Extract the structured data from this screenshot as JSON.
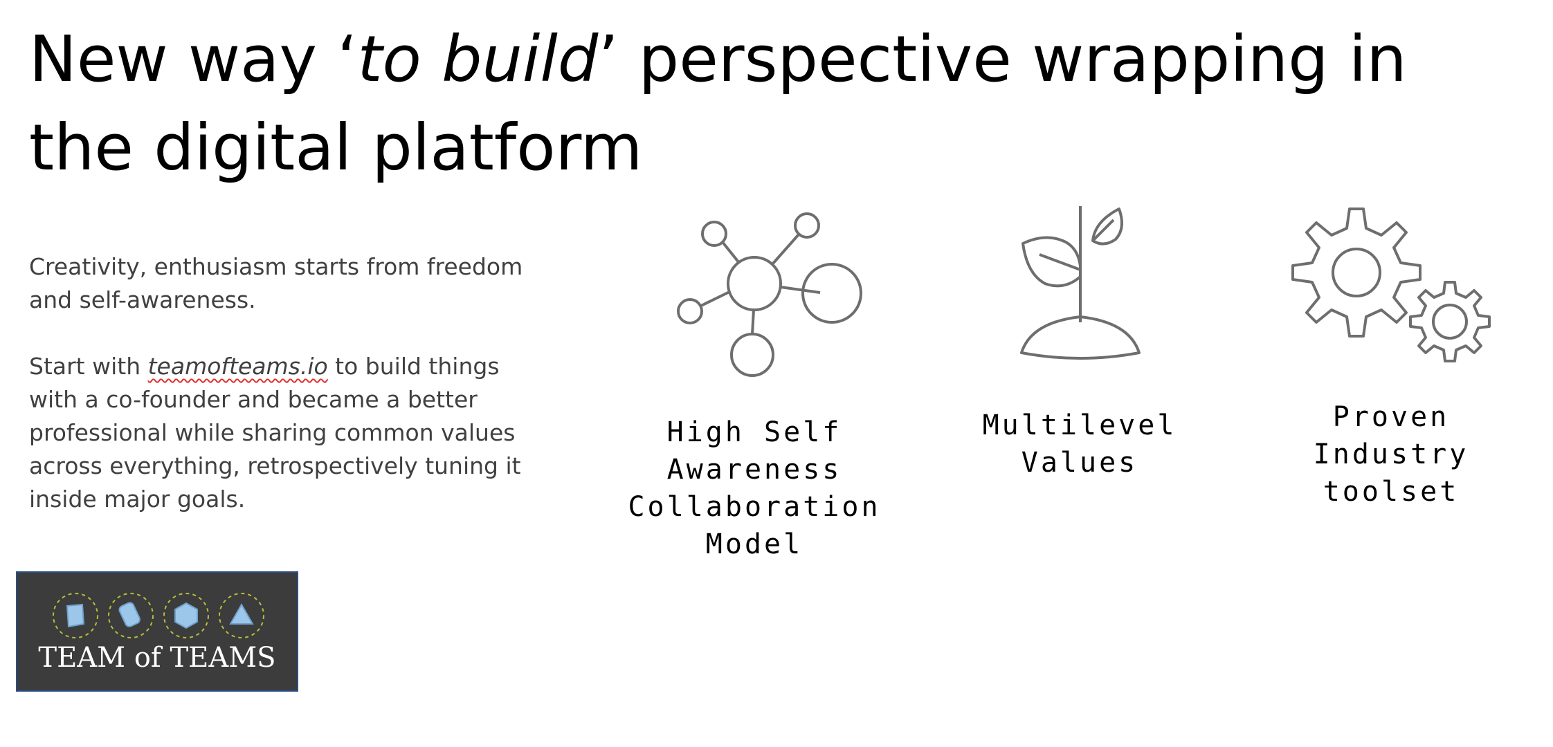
{
  "title": {
    "part1": "New way ‘",
    "italic": "to build",
    "part2": "’ perspective wrapping in the digital platform"
  },
  "intro": {
    "paragraph1": "Creativity, enthusiasm starts from freedom and self-awareness.",
    "paragraph2_before": "Start with ",
    "paragraph2_link": "teamofteams.io",
    "paragraph2_after": " to build things with a co-founder and became a better professional while sharing common values across everything, retrospectively tuning it inside major goals."
  },
  "features": [
    {
      "icon": "network-molecule-icon",
      "label": "High Self Awareness Collaboration Model"
    },
    {
      "icon": "sprout-plant-icon",
      "label": "Multilevel Values"
    },
    {
      "icon": "gears-icon",
      "label": "Proven Industry toolset"
    }
  ],
  "logo": {
    "text": "TEAM of TEAMS",
    "background_color": "#3c3c3c",
    "icon_color": "#9cc7ea",
    "ring_color": "#b5bf3a"
  },
  "colors": {
    "icon_stroke": "#6e6e6e",
    "body_text": "#404040"
  }
}
